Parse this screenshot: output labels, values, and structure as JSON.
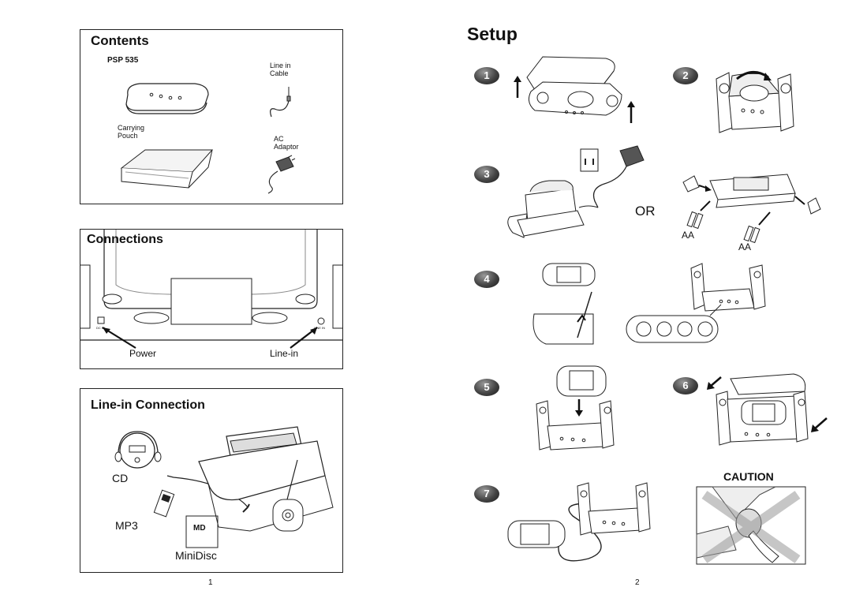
{
  "left_page": {
    "contents": {
      "title": "Contents",
      "items": [
        {
          "label": "PSP 535"
        },
        {
          "label": "Line in\nCable"
        },
        {
          "label": "Carrying\nPouch"
        },
        {
          "label": "AC\nAdaptor"
        }
      ]
    },
    "connections": {
      "title": "Connections",
      "jack_dc": "DC IN",
      "jack_line": "LINE IN",
      "power_label": "Power",
      "linein_label": "Line-in"
    },
    "linein_connection": {
      "title": "Line-in Connection",
      "cd_label": "CD",
      "mp3_label": "MP3",
      "md_label": "MiniDisc",
      "md_icon_text": "MD"
    },
    "page_number": "1"
  },
  "right_page": {
    "title": "Setup",
    "steps": [
      "1",
      "2",
      "3",
      "4",
      "5",
      "6",
      "7"
    ],
    "or_label": "OR",
    "battery_label_1": "AA",
    "battery_label_2": "AA",
    "caution_label": "CAUTION",
    "page_number": "2"
  }
}
